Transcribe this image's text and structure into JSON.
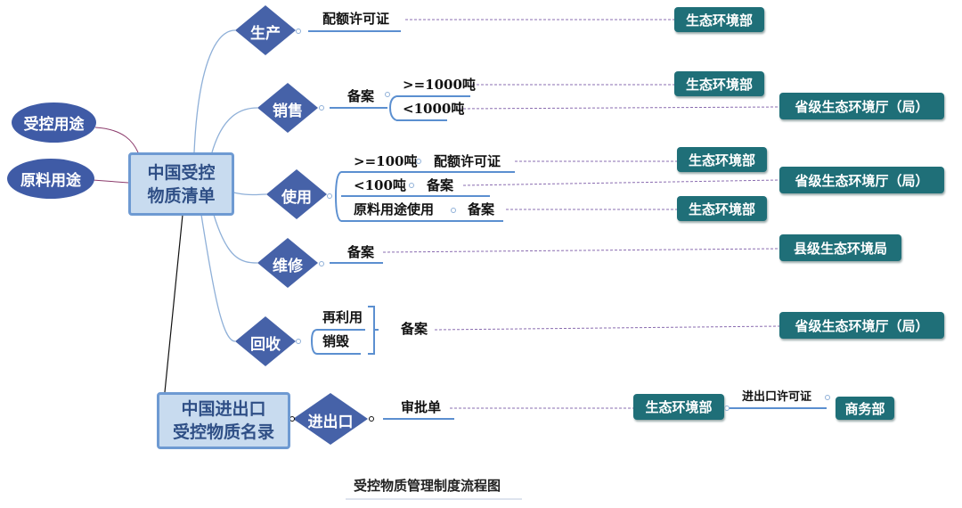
{
  "title": "受控物质管理制度流程图",
  "side_nodes": [
    "受控用途",
    "原料用途"
  ],
  "main_nodes": {
    "list": [
      "中国受控",
      "物质清单"
    ],
    "import": [
      "中国进出口",
      "受控物质名录"
    ]
  },
  "branches": {
    "production": "生产",
    "sales": "销售",
    "use": "使用",
    "repair": "维修",
    "recovery": "回收",
    "import_export": "进出口"
  },
  "leaves": {
    "quota_permit": "配额许可证",
    "filing": "备案",
    "ge1000": ">=1000吨",
    "lt1000": "<1000吨",
    "ge100": ">=100吨",
    "lt100": "<100吨",
    "feedstock_use": "原料用途使用",
    "reuse": "再利用",
    "destroy": "销毁",
    "approval": "审批单",
    "ie_permit": "进出口许可证"
  },
  "authorities": {
    "mee": "生态环境部",
    "provincial": "省级生态环境厅（局）",
    "county": "县级生态环境局",
    "commerce": "商务部"
  },
  "colors": {
    "diamond": "#4662a8",
    "teal": "#1f6f78",
    "main_fill": "#c8dbef",
    "dash": "#8a6cb0"
  }
}
